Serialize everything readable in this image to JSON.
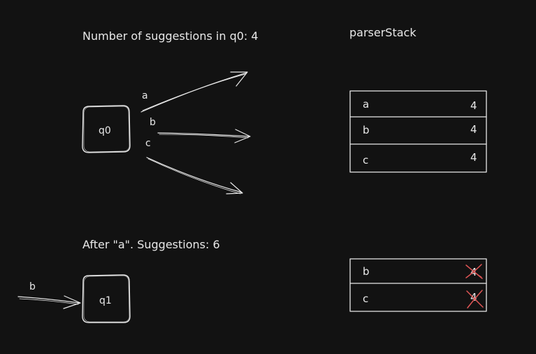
{
  "colors": {
    "background": "#121212",
    "stroke": "#e8e8e8",
    "strike": "#e05555"
  },
  "top": {
    "caption": "Number of suggestions in q0: 4",
    "state": "q0",
    "edges": [
      "a",
      "b",
      "c"
    ]
  },
  "stack": {
    "title": "parserStack",
    "rows": [
      {
        "symbol": "a",
        "count": "4"
      },
      {
        "symbol": "b",
        "count": "4"
      },
      {
        "symbol": "c",
        "count": "4"
      }
    ]
  },
  "bottom": {
    "caption": "After \"a\". Suggestions: 6",
    "state": "q1",
    "incoming": "b",
    "rows": [
      {
        "symbol": "b",
        "count": "4",
        "struck": true
      },
      {
        "symbol": "c",
        "count": "4",
        "struck": true
      }
    ]
  }
}
